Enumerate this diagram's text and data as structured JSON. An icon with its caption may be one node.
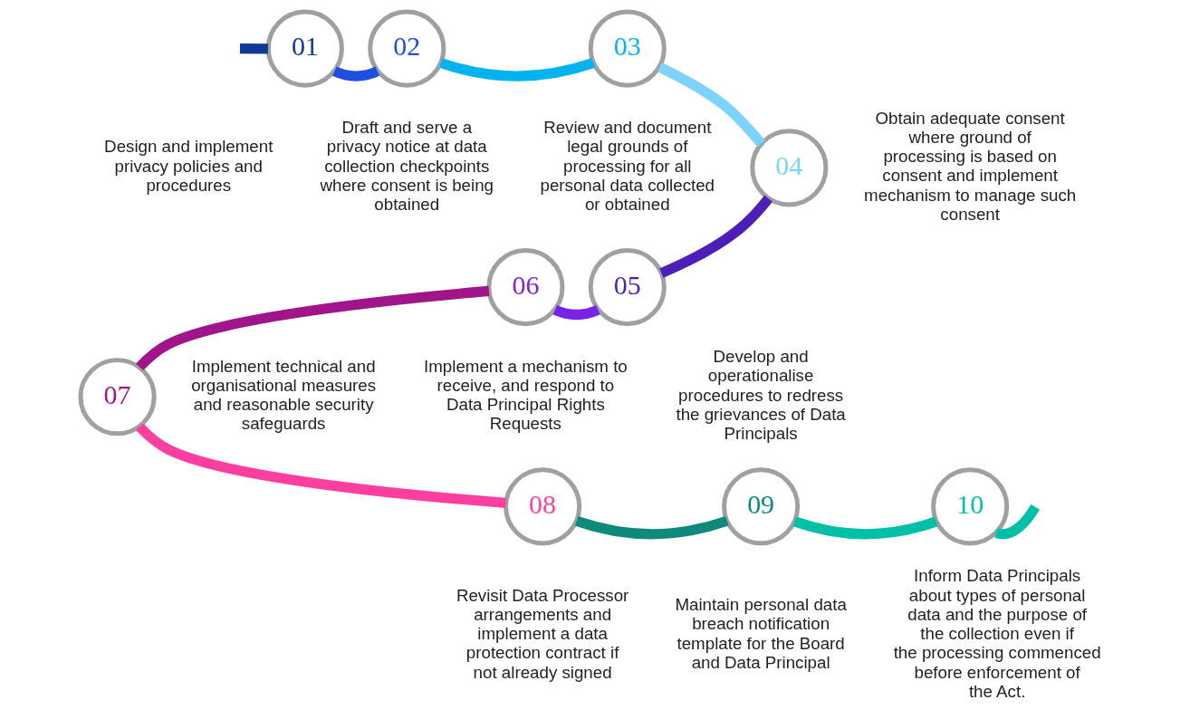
{
  "diagram": {
    "nodes": [
      {
        "text": [
          "01"
        ],
        "beside": [
          "Design and implement privacy policies and procedures"
        ]
      },
      {
        "text": [
          "02"
        ],
        "beside": [
          "Draft and serve a privacy notice at data collection checkpoints where consent is being obtained"
        ]
      },
      {
        "text": [
          "03"
        ],
        "beside": [
          "Review and document legal grounds of processing for all personal data collected or obtained"
        ]
      },
      {
        "text": [
          "04"
        ],
        "beside": [
          "Obtain adequate consent where ground of processing is based on consent and implement mechanism to manage such consent"
        ]
      },
      {
        "text": [
          "05"
        ],
        "beside": [
          "Develop and operationalise procedures to redress the grievances of Data Principals"
        ]
      },
      {
        "text": [
          "06"
        ],
        "beside": [
          "Implement a mechanism to receive, and respond to Data Principal Rights Requests"
        ]
      },
      {
        "text": [
          "07"
        ],
        "beside": [
          "Implement technical and organisational measures and reasonable security safeguards"
        ]
      },
      {
        "text": [
          "08"
        ],
        "beside": [
          "Revisit Data Processor arrangements and implement a data protection contract if not already signed"
        ]
      },
      {
        "text": [
          "09"
        ],
        "beside": [
          "Maintain personal data breach notification template for the Board and Data Principal"
        ]
      },
      {
        "text": [
          "10"
        ],
        "beside": [
          "Inform Data Principals about types of personal data and the purpose of the collection even if the processing commenced before enforcement of the Act."
        ]
      }
    ],
    "edges": [
      {
        "from": null,
        "to": 0,
        "arrow": "none",
        "color": "#0c3a96"
      },
      {
        "from": 0,
        "to": 1,
        "arrow": "none",
        "color": "#1e4fe0"
      },
      {
        "from": 1,
        "to": 2,
        "arrow": "none",
        "color": "#00b4f0"
      },
      {
        "from": 2,
        "to": 3,
        "arrow": "none",
        "color": "#7dd3fc"
      },
      {
        "from": 3,
        "to": 4,
        "arrow": "none",
        "color": "#4c1fb8"
      },
      {
        "from": 4,
        "to": 5,
        "arrow": "none",
        "color": "#7b22e8"
      },
      {
        "from": 5,
        "to": 6,
        "arrow": "none",
        "color": "#a0158a"
      },
      {
        "from": 6,
        "to": 7,
        "arrow": "none",
        "color": "#ff3fa0"
      },
      {
        "from": 7,
        "to": 8,
        "arrow": "none",
        "color": "#0f8a7a"
      },
      {
        "from": 8,
        "to": 9,
        "arrow": "none",
        "color": "#00c0a8"
      },
      {
        "from": 9,
        "to": null,
        "arrow": "none",
        "color": "#00c0a8"
      }
    ]
  }
}
